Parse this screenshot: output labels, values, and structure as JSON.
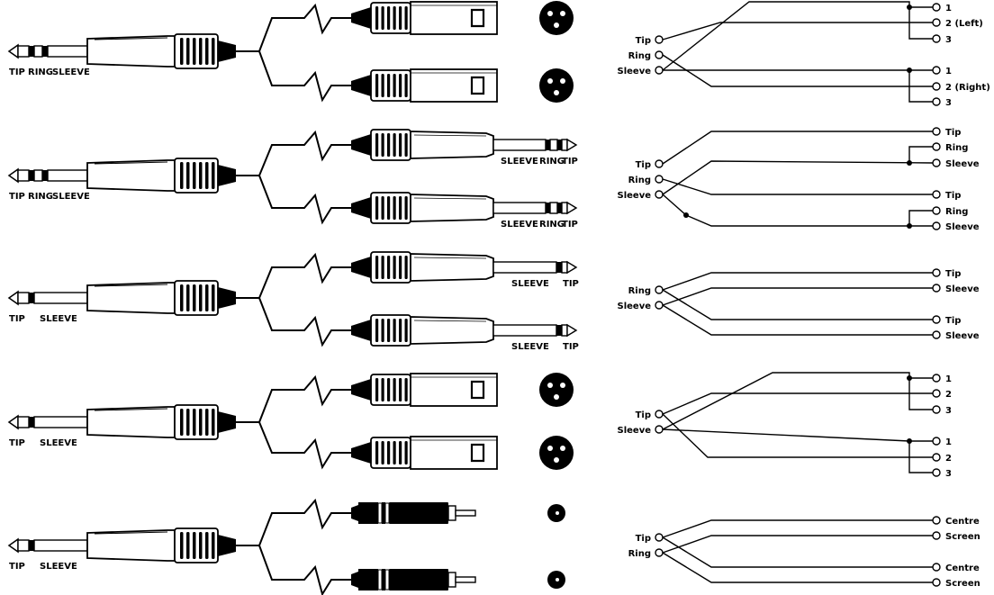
{
  "colors": {
    "ink": "#000000",
    "paper": "#ffffff"
  },
  "cables": [
    {
      "source_labels": [
        "TIP",
        "RING",
        "SLEEVE"
      ],
      "source_jack": "stereo",
      "branch_type": "xlr",
      "plug_labels": [
        [],
        []
      ],
      "pins": [
        "Tip",
        "Ring",
        "Sleeve"
      ],
      "outputs": [
        "1",
        "2 (Left)",
        "3",
        "1",
        "2 (Right)",
        "3"
      ]
    },
    {
      "source_labels": [
        "TIP",
        "RING",
        "SLEEVE"
      ],
      "source_jack": "stereo",
      "branch_type": "trs",
      "plug_labels": [
        [
          "SLEEVE",
          "RING",
          "TIP"
        ],
        [
          "SLEEVE",
          "RING",
          "TIP"
        ]
      ],
      "pins": [
        "Tip",
        "Ring",
        "Sleeve"
      ],
      "outputs": [
        "Tip",
        "Ring",
        "Sleeve",
        "Tip",
        "Ring",
        "Sleeve"
      ]
    },
    {
      "source_labels": [
        "TIP",
        "SLEEVE"
      ],
      "source_jack": "mono",
      "branch_type": "ts",
      "plug_labels": [
        [
          "SLEEVE",
          "TIP"
        ],
        [
          "SLEEVE",
          "TIP"
        ]
      ],
      "pins": [
        "Ring",
        "Sleeve"
      ],
      "outputs": [
        "Tip",
        "Sleeve",
        "Tip",
        "Sleeve"
      ]
    },
    {
      "source_labels": [
        "TIP",
        "SLEEVE"
      ],
      "source_jack": "mono",
      "branch_type": "xlr",
      "plug_labels": [
        [],
        []
      ],
      "pins": [
        "Tip",
        "Sleeve"
      ],
      "outputs": [
        "1",
        "2",
        "3",
        "1",
        "2",
        "3"
      ]
    },
    {
      "source_labels": [
        "TIP",
        "SLEEVE"
      ],
      "source_jack": "mono",
      "branch_type": "rca",
      "plug_labels": [
        [],
        []
      ],
      "pins": [
        "Tip",
        "Ring"
      ],
      "outputs": [
        "Centre",
        "Screen",
        "Centre",
        "Screen"
      ]
    }
  ]
}
